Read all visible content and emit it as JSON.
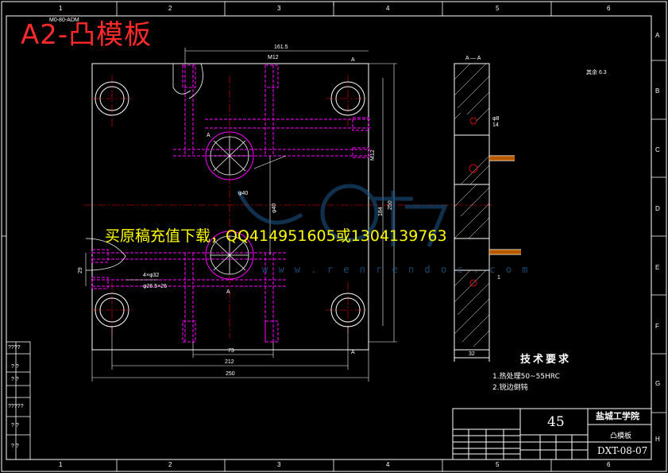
{
  "overlay": {
    "title": "A2-凸模板",
    "ad_text": "买原稿充值下载，QQ414951605或1304139763",
    "watermark_url": "w w w . r e n r e n d o c . c o m"
  },
  "frame": {
    "columns": [
      "1",
      "2",
      "3",
      "4",
      "5",
      "6"
    ],
    "rows": [
      "A",
      "B",
      "C",
      "D",
      "E",
      "F",
      "G",
      "H"
    ]
  },
  "plan_view": {
    "top_left_note": "M0-80-ADM",
    "dims": {
      "d_161_5": "161.5",
      "d_m12": "M12",
      "d_m12b": "M12",
      "d_phi40": "φ40",
      "d_phi40v": "φ40",
      "d_184": "184",
      "d_250v": "250",
      "d_29": "29",
      "d_4phi32": "4×φ32",
      "d_phi26": "φ26.5×26",
      "d_73": "73",
      "d_212": "212",
      "d_250h": "250"
    },
    "section_marks": {
      "a_top": "A",
      "a_bottom": "A",
      "a_left1": "A",
      "a_left2": "A"
    }
  },
  "section_view": {
    "label": "A — A",
    "dims": {
      "d_phi8": "φ8",
      "d_14": "14",
      "d_32": "32",
      "d_1": "1"
    }
  },
  "roughness_note": "其余 6.3",
  "tech_req": {
    "title": "技术要求",
    "items": [
      "1.热处理50~55HRC",
      "2.锐边倒钝"
    ]
  },
  "title_block": {
    "material": "45",
    "school": "盐城工学院",
    "part_name": "凸模板",
    "drawing_code": "DXT-08-07"
  },
  "left_table": {
    "rows": [
      "????",
      "? ?",
      "? ?",
      "?????",
      "? ?",
      "? ?"
    ]
  },
  "colors": {
    "outline": "#ffffff",
    "hidden": "#ff00ff",
    "center": "#ff0000",
    "overlay_title": "#ff2a2a",
    "overlay_ad": "#ffff00",
    "watermark": "#1e5a8c"
  }
}
